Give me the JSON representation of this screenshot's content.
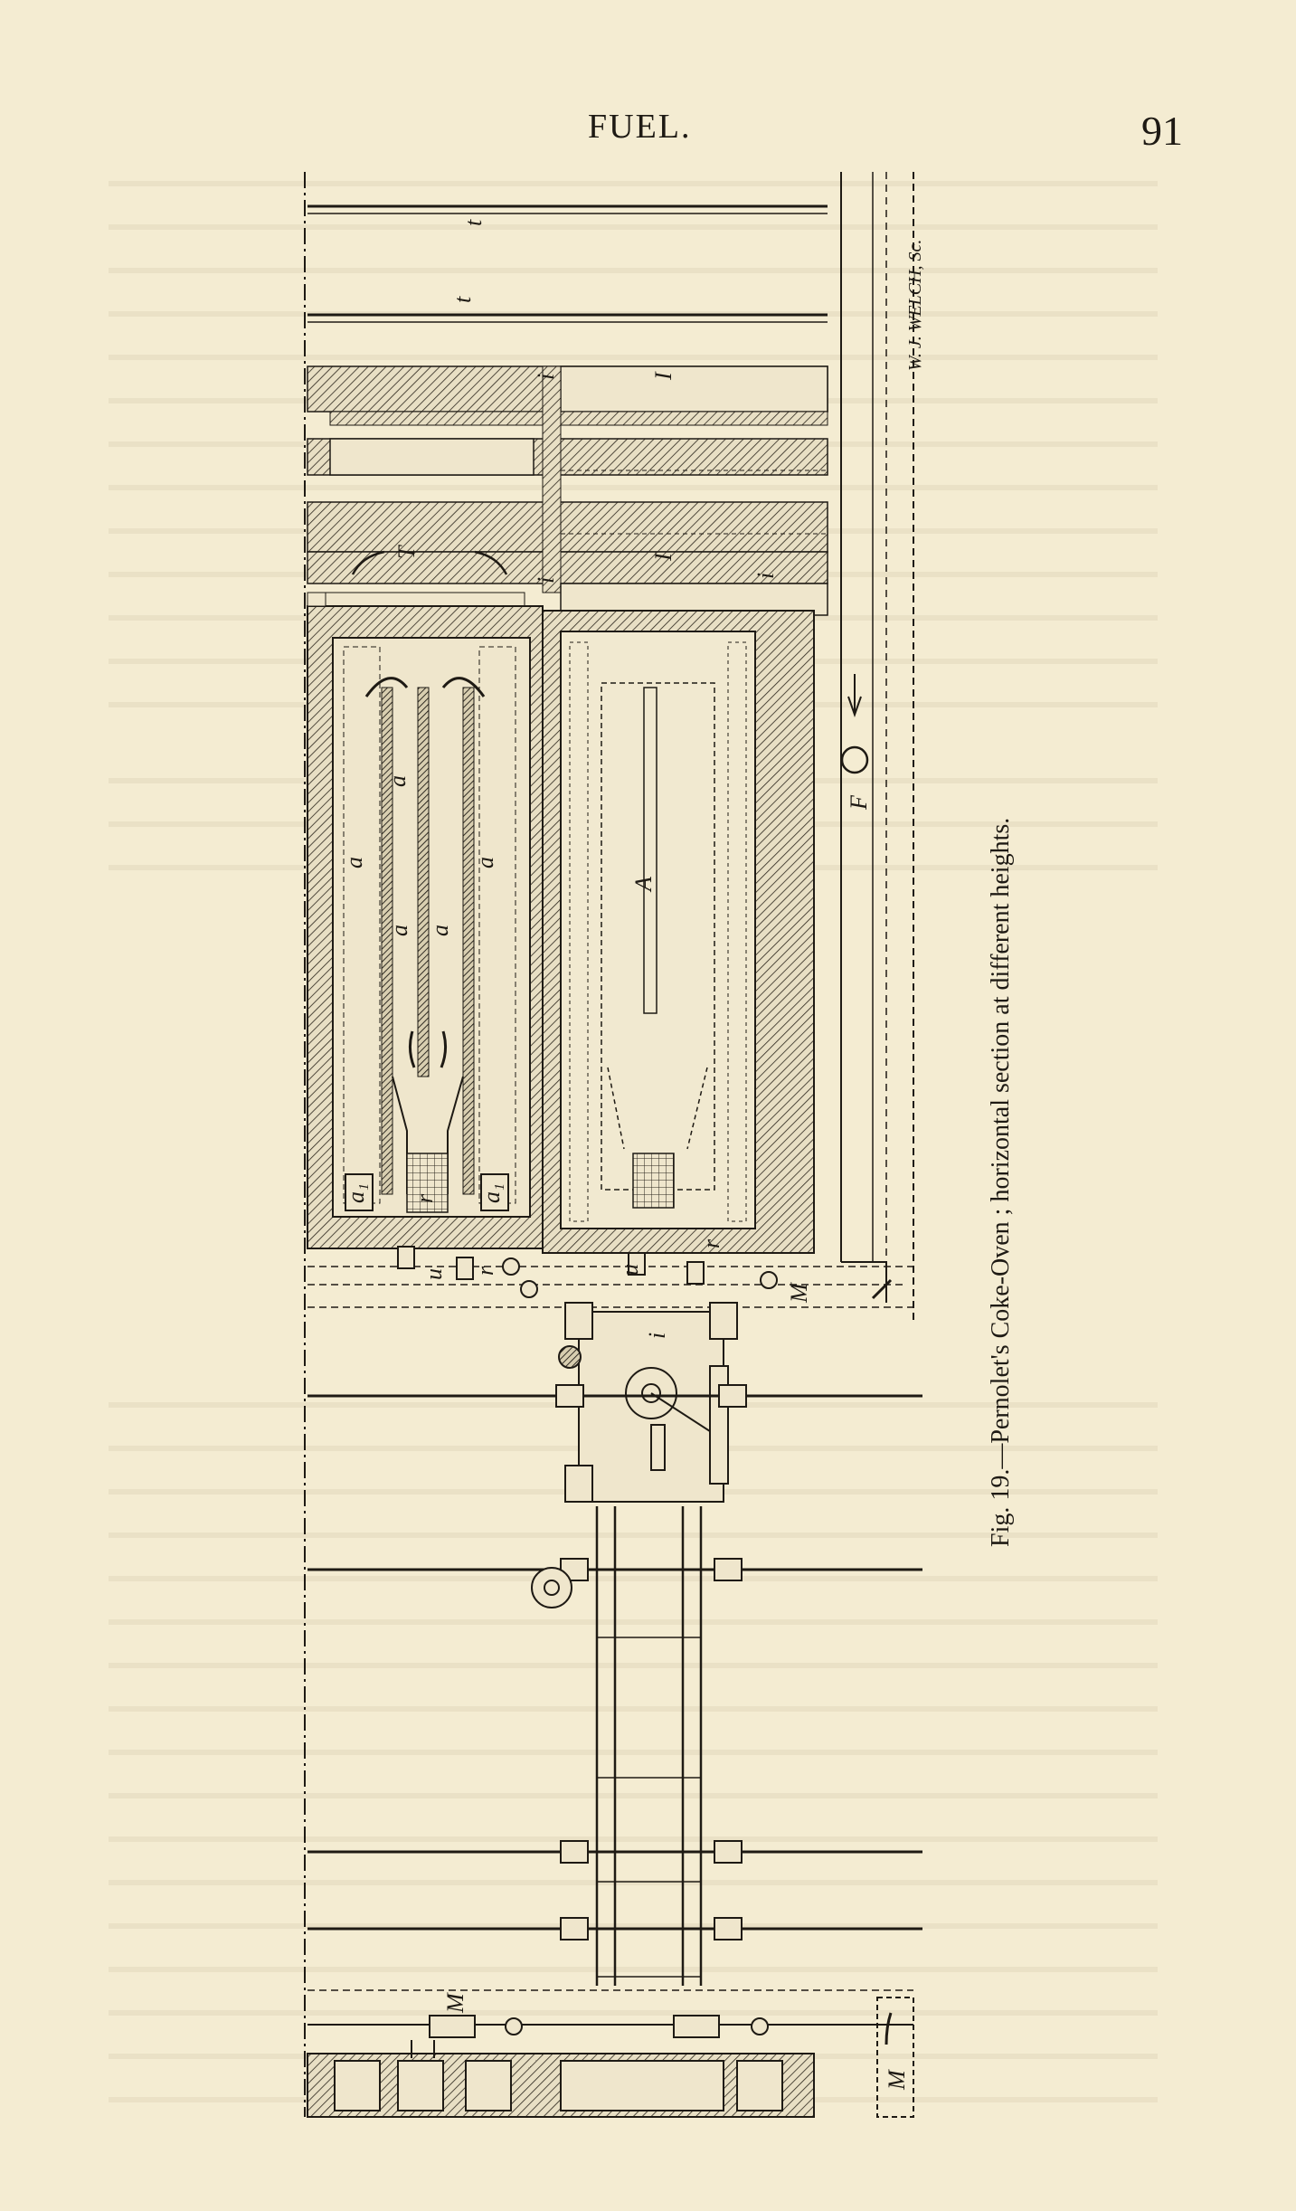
{
  "page": {
    "header_title": "FUEL.",
    "page_number": "91"
  },
  "figure": {
    "caption_number": "Fig. 19.",
    "caption_text": "—Pernolet's Coke-Oven ; horizontal section at different heights.",
    "engraver_signature": "W. J. WELCH, Sc.",
    "labels": {
      "t": "t",
      "I": "I",
      "i": "i",
      "T": "T",
      "a": "a",
      "A": "A",
      "F": "F",
      "r": "r",
      "u": "u",
      "M": "M",
      "a1": "a₁"
    }
  }
}
